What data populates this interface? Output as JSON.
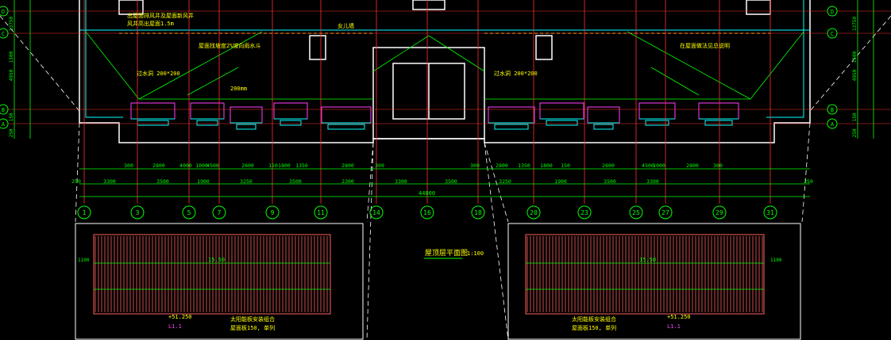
{
  "title": "屋顶层平面图",
  "scale": "1:100",
  "total_dim": "44800",
  "axis_rows": {
    "left": [
      "D",
      "C",
      "B",
      "A"
    ],
    "right": [
      "D",
      "C",
      "B",
      "A"
    ]
  },
  "axis_cols": [
    "1",
    "3",
    "5",
    "7",
    "9",
    "11",
    "14",
    "16",
    "18",
    "20",
    "23",
    "25",
    "27",
    "29",
    "31"
  ],
  "dim_row_1": [
    "300",
    "2800",
    "4000",
    "1000",
    "4500",
    "2600",
    "150",
    "1800",
    "1350",
    "2800",
    "300",
    "300",
    "2800",
    "1350",
    "1800",
    "150",
    "2600",
    "4500",
    "1000",
    "2800",
    "300"
  ],
  "dim_row_2": [
    "250",
    "3300",
    "3500",
    "1900",
    "3250",
    "3500",
    "2300",
    "3300",
    "3500",
    "3250",
    "1900",
    "3500",
    "3300",
    "250"
  ],
  "left_side_dims": [
    "13750",
    "1500",
    "4950",
    "150",
    "250"
  ],
  "right_side_dims": [
    "13750",
    "1500",
    "4950",
    "150",
    "250"
  ],
  "notes": {
    "fresh_air_1": "出屋面排风井及屋面新风井",
    "fresh_air_2": "风井高出屋面1.5m",
    "vent_left": "过水洞 200*200",
    "vent_right": "过水洞 200*200",
    "roof_note": "屋面找坡度2%坡向雨水斗",
    "parapet": "女儿墙",
    "gutter_note": "在屋面做法见总说明",
    "dim_200": "200mm"
  },
  "plans": {
    "left": {
      "dim_top": "15.50",
      "dim_side": "1100",
      "elev": "+51.250",
      "ref": "L1.1",
      "note1": "太阳能板安装组合",
      "note2": "屋面板150, 单列"
    },
    "right": {
      "dim_top": "15.50",
      "dim_side": "1100",
      "elev": "+51.250",
      "ref": "L1.1",
      "note1": "太阳能板安装组合",
      "note2": "屋面板150, 单列"
    }
  },
  "colors": {
    "background": "#000000",
    "wall": "#ffffff",
    "axis": "#ff3030",
    "dimension": "#00ff00",
    "text": "#ffff00",
    "cyan": "#00ffff",
    "magenta": "#ff40ff",
    "panel": "#ff6060"
  }
}
